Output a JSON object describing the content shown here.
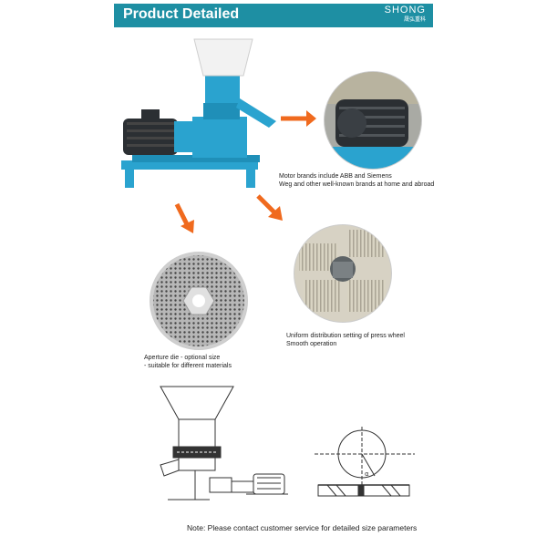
{
  "header": {
    "title": "Product Detailed",
    "brand_name": "SHONG",
    "brand_sub": "晟弘重科"
  },
  "captions": {
    "motor_line1": "Motor brands include ABB and Siemens",
    "motor_line2": "Weg and other well-known brands at home and abroad",
    "wheel_line1": "Uniform distribution setting of press wheel",
    "wheel_line2": "Smooth operation",
    "die_line1": "Aperture die - optional size",
    "die_line2": "- suitable for different materials"
  },
  "footer": {
    "note": "Note: Please contact customer service for detailed size parameters"
  },
  "colors": {
    "header_bg": "#1e8fa3",
    "machine_blue": "#2aa3cf",
    "arrow_orange": "#f06a1e",
    "motor_dark": "#2b2f33"
  },
  "icons": [
    "arrow-right-icon",
    "arrow-down-left-icon",
    "arrow-down-right-icon"
  ],
  "diagram_labels": {
    "angle": "α"
  }
}
